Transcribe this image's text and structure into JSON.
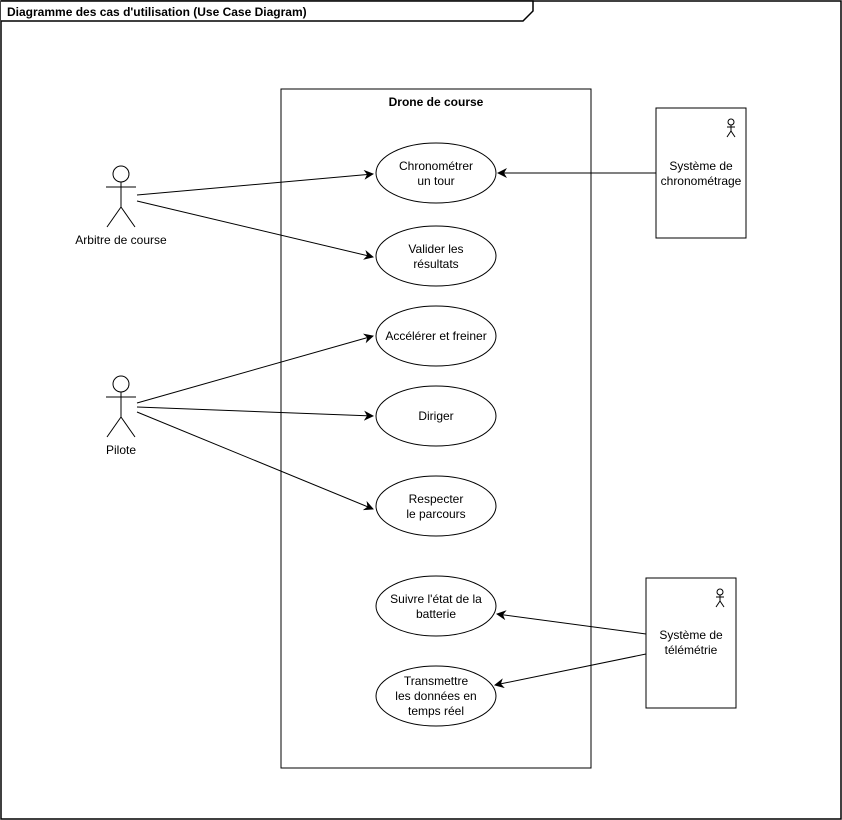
{
  "frame": {
    "title": "Diagramme des cas d'utilisation (Use Case Diagram)"
  },
  "system": {
    "title": "Drone de course"
  },
  "actors": {
    "arbitre": {
      "label": "Arbitre de course"
    },
    "pilote": {
      "label": "Pilote"
    }
  },
  "system_actors": {
    "chronometrage": {
      "lines": [
        "Système de",
        "chronométrage"
      ]
    },
    "telemetrie": {
      "lines": [
        "Système de",
        "télémétrie"
      ]
    }
  },
  "use_cases": {
    "chronometrer": {
      "lines": [
        "Chronométrer",
        "un tour"
      ]
    },
    "valider": {
      "lines": [
        "Valider les",
        "résultats"
      ]
    },
    "accelerer": {
      "lines": [
        "Accélérer et freiner"
      ]
    },
    "diriger": {
      "lines": [
        "Diriger"
      ]
    },
    "respecter": {
      "lines": [
        "Respecter",
        "le parcours"
      ]
    },
    "batterie": {
      "lines": [
        "Suivre l'état de la",
        "batterie"
      ]
    },
    "transmettre": {
      "lines": [
        "Transmettre",
        "les données en",
        "temps réel"
      ]
    }
  },
  "colors": {
    "stroke": "#000000",
    "fill": "#ffffff"
  }
}
